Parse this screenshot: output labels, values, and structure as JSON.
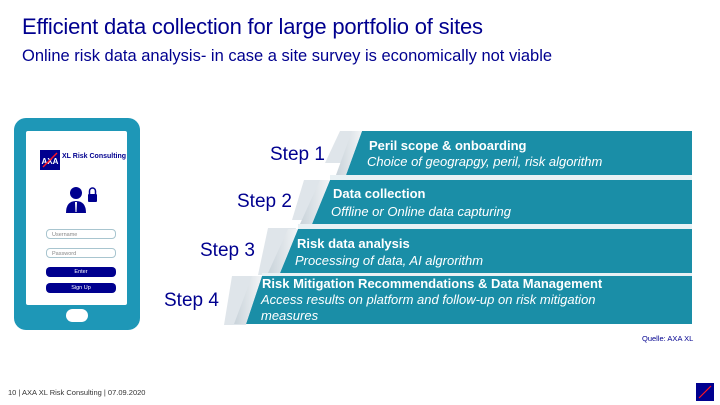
{
  "header": {
    "title": "Efficient data collection for large portfolio of sites",
    "subtitle": "Online risk data analysis- in case a site survey is economically not viable"
  },
  "phone": {
    "brand": "XL Risk Consulting",
    "username_placeholder": "Username",
    "password_placeholder": "Password",
    "enter_label": "Enter",
    "signup_label": "Sign Up"
  },
  "steps": [
    {
      "label": "Step 1",
      "title": "Peril scope & onboarding",
      "subtitle": "Choice of geograpgy, peril, risk algorithm"
    },
    {
      "label": "Step 2",
      "title": "Data collection",
      "subtitle": "Offline or Online data capturing"
    },
    {
      "label": "Step 3",
      "title": "Risk data analysis",
      "subtitle": "Processing of data, AI algrorithm"
    },
    {
      "label": "Step 4",
      "title": "Risk Mitigation Recommendations & Data Management",
      "subtitle": "Access results on platform and follow-up on risk mitigation measures"
    }
  ],
  "colors": {
    "brand_blue": "#00008f",
    "teal": "#1e97b7",
    "bar_fill": "#1a8ea7"
  },
  "source": "Quelle: AXA XL",
  "footer": "10 | AXA XL Risk Consulting | 07.09.2020"
}
